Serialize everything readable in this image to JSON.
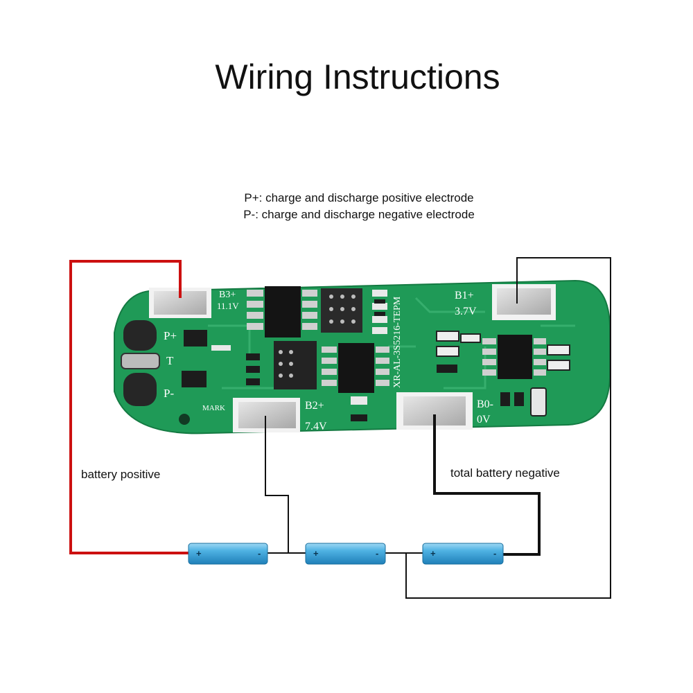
{
  "title": "Wiring Instructions",
  "legend": {
    "p_plus": "P+: charge and discharge positive electrode",
    "p_minus": "P-: charge and discharge negative electrode"
  },
  "labels": {
    "battery_positive": "battery positive",
    "total_battery_negative": "total battery negative"
  },
  "board": {
    "b3_plus": "B3+",
    "b3_voltage": "11.1V",
    "b2_plus": "B2+",
    "b2_voltage": "7.4V",
    "b1_plus": "B1+",
    "b1_voltage": "3.7V",
    "b0_minus": "B0-",
    "b0_voltage": "0V",
    "p_plus_pad": "P+",
    "t_pad": "T",
    "p_minus_pad": "P-",
    "mark": "MARK",
    "model": "XR-AL-3S5216-TEPM"
  },
  "battery_signs": {
    "plus": "+",
    "minus": "-"
  },
  "colors": {
    "board_green": "#1f9a57",
    "positive_wire": "#cc1010",
    "negative_wire": "#111111",
    "battery_blue": "#3ea3d8"
  }
}
